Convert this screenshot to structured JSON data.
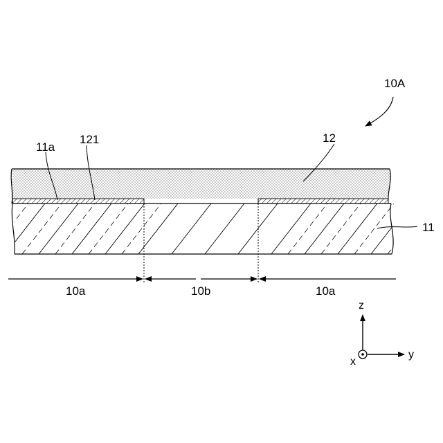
{
  "figure": {
    "assembly_label": "10A",
    "layer_top_label": "12",
    "substrate_label": "11",
    "surface_label": "11a",
    "film_label": "121"
  },
  "regions": [
    {
      "key": "left",
      "label": "10a"
    },
    {
      "key": "middle",
      "label": "10b"
    },
    {
      "key": "right",
      "label": "10a"
    }
  ],
  "axes": {
    "z_label": "z",
    "y_label": "y",
    "x_label": "x"
  },
  "colors": {
    "stroke": "#000000",
    "background": "#ffffff"
  }
}
